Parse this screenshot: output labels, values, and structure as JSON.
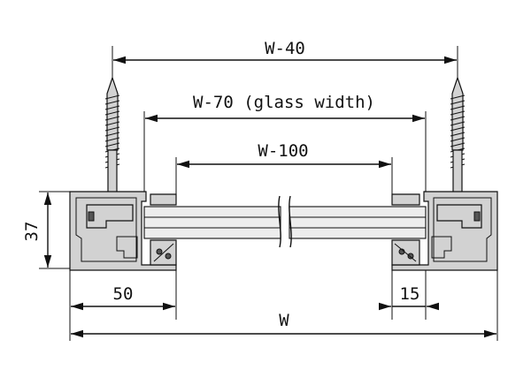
{
  "dimensions": {
    "top_overall": "W-40",
    "glass_width": "W-70 (glass width)",
    "inner_opening": "W-100",
    "height": "37",
    "left_offset": "50",
    "right_offset": "15",
    "total_width": "W"
  },
  "parts": {
    "screw_icon": "screw-icon",
    "frame_profile": "frame-profile",
    "glass_pane": "glass-pane"
  }
}
